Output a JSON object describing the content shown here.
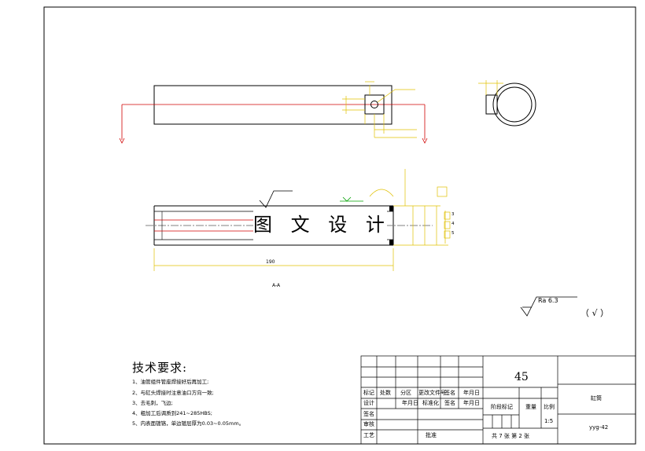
{
  "drawing": {
    "watermark": "图 文 设 计",
    "section_label": "A-A",
    "overall_length_dim": "190",
    "roughness_callout": "Ra 6.3",
    "roughness_other": "（ √ ）",
    "sidebar_dims": [
      "3",
      "4",
      "5"
    ]
  },
  "notes": {
    "title": "技术要求:",
    "items": [
      "1、油管组件管座焊接好后再加工;",
      "2、与缸头焊接时注意油口方向一致;",
      "3、去毛刺，飞边;",
      "4、粗加工后调质到241~285HBS;",
      "5、内表面镀铬，单边镀层厚为0.03~0.05mm。"
    ]
  },
  "title_block": {
    "mark_row": [
      "标记",
      "处数",
      "分区",
      "更改文件号",
      "签名",
      "年月日"
    ],
    "design_row": [
      "设计",
      "",
      "年月日",
      "标准化",
      "签名",
      "年月日"
    ],
    "row_labels": [
      "签名",
      "审核",
      "工艺"
    ],
    "approve": "批准",
    "material": "45",
    "stage_label": "阶段标记",
    "weight_label": "重量",
    "scale_label": "比例",
    "scale_value": "1:5",
    "sheet_info": "共 7 张 第 2 张",
    "part_name": "缸筒",
    "drawing_no": "yyg-42"
  }
}
